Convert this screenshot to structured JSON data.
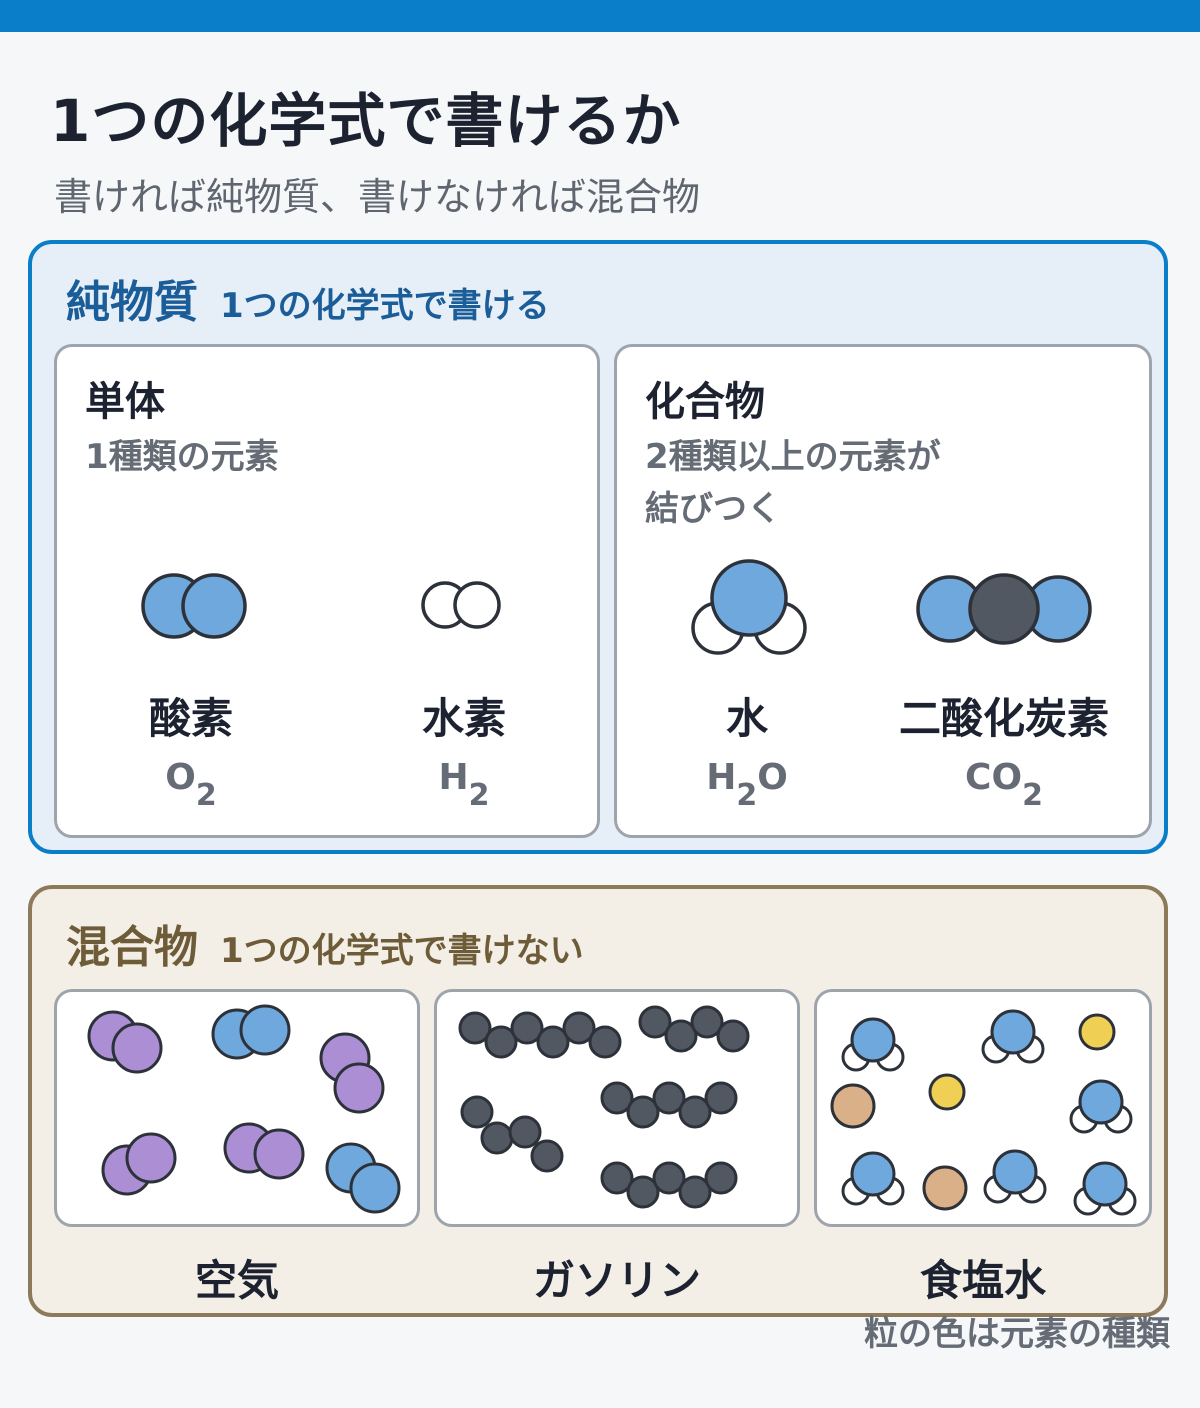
{
  "header": {
    "title": "1つの化学式で書けるか",
    "subtitle": "書ければ純物質、書けなければ混合物"
  },
  "pure": {
    "heading": "純物質",
    "subheading": "1つの化学式で書ける",
    "simple": {
      "title": "単体",
      "desc": "1種類の元素",
      "items": [
        {
          "name": "酸素",
          "formula": "O",
          "sub": "2",
          "after": ""
        },
        {
          "name": "水素",
          "formula": "H",
          "sub": "2",
          "after": ""
        }
      ]
    },
    "compound": {
      "title": "化合物",
      "desc": "2種類以上の元素が\n結びつく",
      "items": [
        {
          "name": "水",
          "formula": "H",
          "sub": "2",
          "after": "O"
        },
        {
          "name": "二酸化炭素",
          "formula": "CO",
          "sub": "2",
          "after": ""
        }
      ]
    }
  },
  "mixture": {
    "heading": "混合物",
    "subheading": "1つの化学式で書けない",
    "examples": [
      "空気",
      "ガソリン",
      "食塩水"
    ]
  },
  "footnote": "粒の色は元素の種類",
  "colors": {
    "accent": "#0a7ec8",
    "oxygen": "#6ea8dc",
    "hydrogen": "#ffffff",
    "carbon": "#515862",
    "nitrogen": "#ab8ed3",
    "sodium": "#f0cf55",
    "chlorine": "#d9b088",
    "stroke": "#2d323a"
  }
}
